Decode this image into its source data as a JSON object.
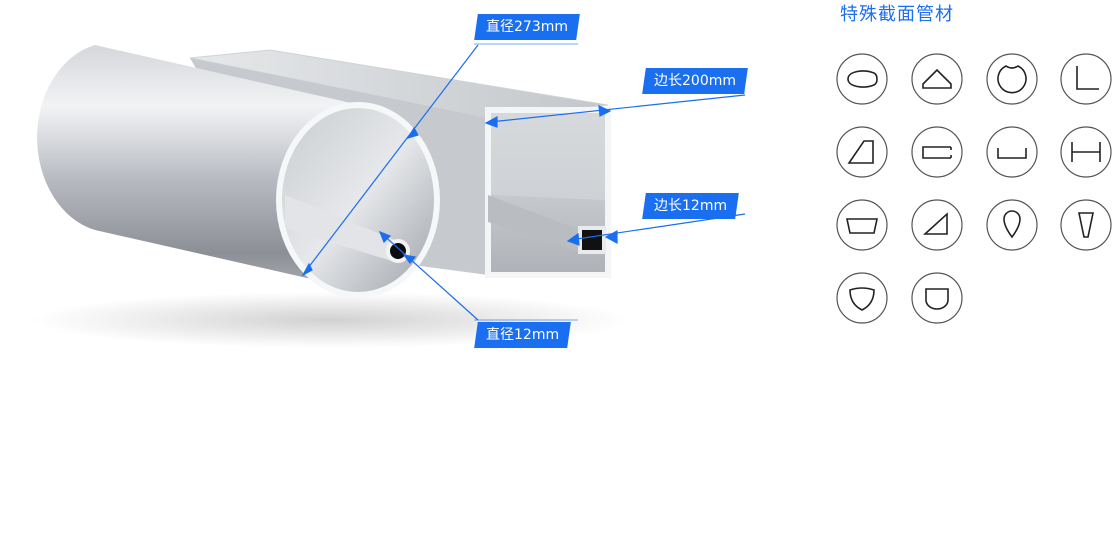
{
  "labels": {
    "round_diameter": "直径273mm",
    "square_side": "边长200mm",
    "small_square_side": "边长12mm",
    "small_round_diameter": "直径12mm"
  },
  "panel": {
    "title": "特殊截面管材",
    "icons": [
      "oval-section-icon",
      "house-section-icon",
      "d-round-section-icon",
      "angle-section-icon",
      "trapezoid-section-icon",
      "c-channel-section-icon",
      "u-channel-section-icon",
      "h-section-icon",
      "inverted-trapezoid-section-icon",
      "triangle-section-icon",
      "teardrop-section-icon",
      "tapered-section-icon",
      "shield-section-icon",
      "cup-section-icon"
    ]
  },
  "colors": {
    "accent": "#1a6ef0"
  }
}
